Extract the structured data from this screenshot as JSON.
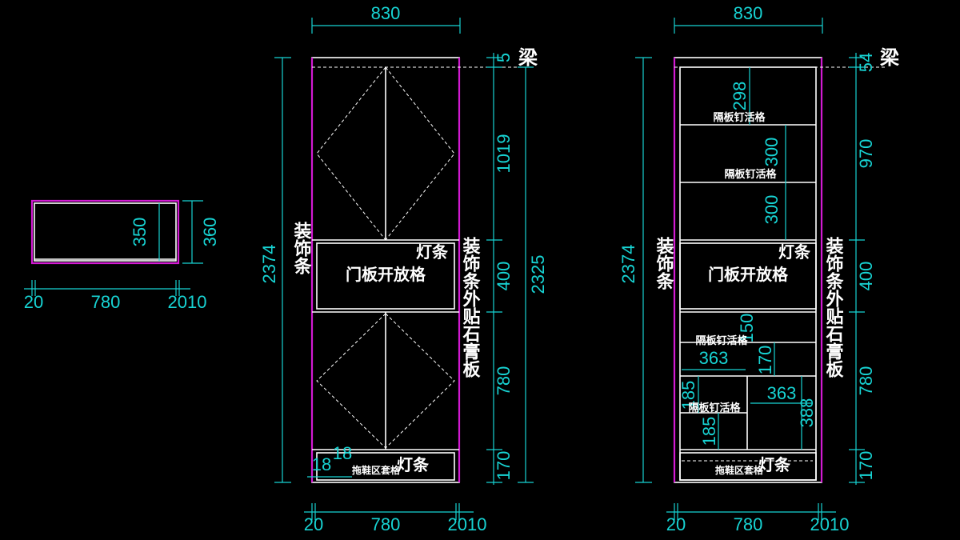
{
  "colors": {
    "background": "#000000",
    "dimension": "#17d3d3",
    "line": "#ffffff",
    "trim": "#d21ad2"
  },
  "side_view": {
    "dim_350": "350",
    "dim_360": "360",
    "dim_20": "20",
    "dim_780": "780",
    "dim_2010": "2010"
  },
  "front_view": {
    "dim_top": "830",
    "beam": "梁",
    "dim_5": "5",
    "dim_height": "2374",
    "dim_inner": "2325",
    "dim_1019": "1019",
    "dim_400": "400",
    "dim_780": "780",
    "dim_170": "170",
    "trim_left": "装饰条",
    "trim_right": "装饰条外贴石膏板",
    "open_label": "门板开放格",
    "light_strip": "灯条",
    "bottom_label": "拖鞋区套格",
    "dim_18a": "18",
    "dim_18b": "18",
    "bot_20": "20",
    "bot_780": "780",
    "bot_2010": "2010"
  },
  "interior_view": {
    "dim_top": "830",
    "beam": "梁",
    "dim_54": "54",
    "dim_height": "2374",
    "dim_970": "970",
    "dim_400": "400",
    "dim_780": "780",
    "dim_170": "170",
    "dim_298": "298",
    "dim_300a": "300",
    "dim_300b": "300",
    "shelf_label": "隔板钉活格",
    "open_label": "门板开放格",
    "light_strip": "灯条",
    "trim_left": "装饰条",
    "trim_right": "装饰条外贴石膏板",
    "dim_150": "150",
    "dim_363a": "363",
    "dim_170b": "170",
    "dim_363b": "363",
    "dim_185a": "185",
    "dim_185b": "185",
    "dim_388": "388",
    "bottom_label": "拖鞋区套格",
    "bot_20": "20",
    "bot_780": "780",
    "bot_2010": "2010"
  }
}
